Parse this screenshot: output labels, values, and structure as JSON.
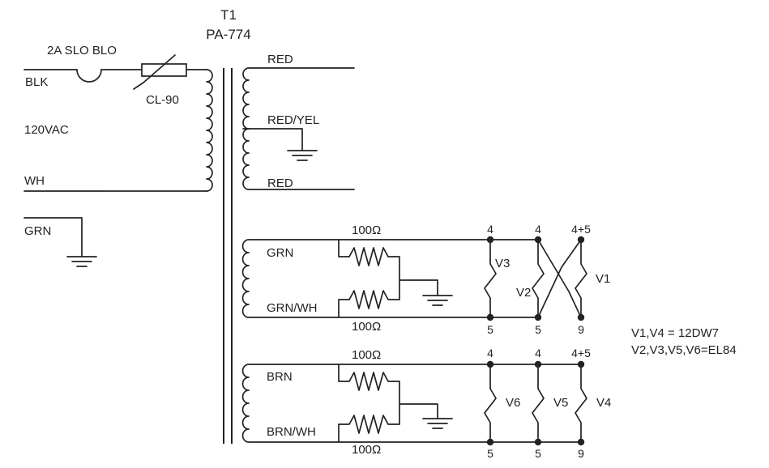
{
  "transformer": {
    "ref": "T1",
    "part": "PA-774"
  },
  "primary": {
    "hot_label": "BLK",
    "neutral_label": "WH",
    "voltage_label": "120VAC",
    "ground_label": "GRN",
    "fuse_label": "2A SLO BLO",
    "thermistor_label": "CL-90"
  },
  "secondary_hv": {
    "top_label": "RED",
    "center_label": "RED/YEL",
    "bottom_label": "RED"
  },
  "heater_a": {
    "top_label": "GRN",
    "bottom_label": "GRN/WH",
    "r_top": "100Ω",
    "r_bottom": "100Ω",
    "pins_top": [
      "4",
      "4",
      "4+5"
    ],
    "pins_bottom": [
      "5",
      "5",
      "9"
    ],
    "tubes": [
      "V3",
      "V2",
      "V1"
    ]
  },
  "heater_b": {
    "top_label": "BRN",
    "bottom_label": "BRN/WH",
    "r_top": "100Ω",
    "r_bottom": "100Ω",
    "pins_top": [
      "4",
      "4",
      "4+5"
    ],
    "pins_bottom": [
      "5",
      "5",
      "9"
    ],
    "tubes": [
      "V6",
      "V5",
      "V4"
    ]
  },
  "notes": [
    "V1,V4 = 12DW7",
    "V2,V3,V5,V6=EL84"
  ]
}
